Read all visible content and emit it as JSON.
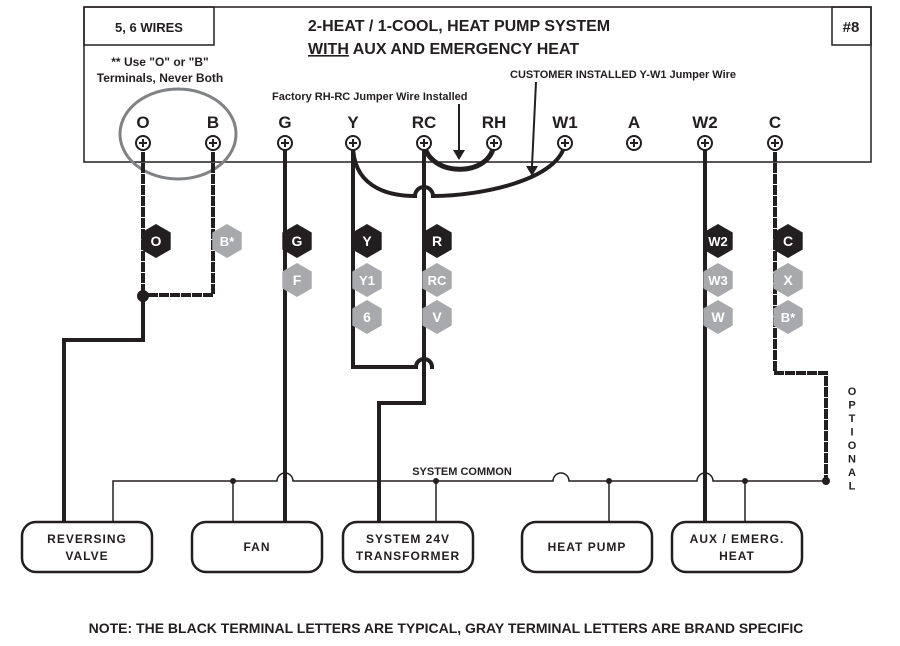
{
  "header": {
    "wires_label": "5, 6 WIRES",
    "title_line1": "2-HEAT / 1-COOL, HEAT PUMP SYSTEM",
    "title_line2_prefix": "WITH",
    "title_line2_rest": " AUX AND EMERGENCY HEAT",
    "diagram_number": "#8"
  },
  "notes": {
    "ob_line1": "** Use \"O\" or \"B\"",
    "ob_line2": "Terminals, Never Both",
    "factory_jumper": "Factory RH-RC Jumper Wire Installed",
    "customer_jumper": "CUSTOMER INSTALLED Y-W1 Jumper Wire",
    "system_common": "SYSTEM COMMON",
    "optional": "OPTIONAL"
  },
  "terminals": [
    "O",
    "B",
    "G",
    "Y",
    "RC",
    "RH",
    "W1",
    "A",
    "W2",
    "C"
  ],
  "wire_tags": {
    "o": [
      "O"
    ],
    "b": [
      "B*"
    ],
    "g": [
      "G",
      "F"
    ],
    "y": [
      "Y",
      "Y1",
      "6"
    ],
    "r": [
      "R",
      "RC",
      "V"
    ],
    "w2": [
      "W2",
      "W3",
      "W"
    ],
    "c": [
      "C",
      "X",
      "B*"
    ]
  },
  "equipment": {
    "reversing_valve_1": "REVERSING",
    "reversing_valve_2": "VALVE",
    "fan": "FAN",
    "transformer_1": "SYSTEM 24V",
    "transformer_2": "TRANSFORMER",
    "heat_pump": "HEAT PUMP",
    "aux_1": "AUX / EMERG.",
    "aux_2": "HEAT"
  },
  "footer_note": "NOTE: THE BLACK TERMINAL LETTERS ARE TYPICAL, GRAY TERMINAL LETTERS ARE BRAND SPECIFIC",
  "colors": {
    "ink": "#231f20",
    "gray_tag": "#a7a9ac",
    "oval": "#808285"
  }
}
